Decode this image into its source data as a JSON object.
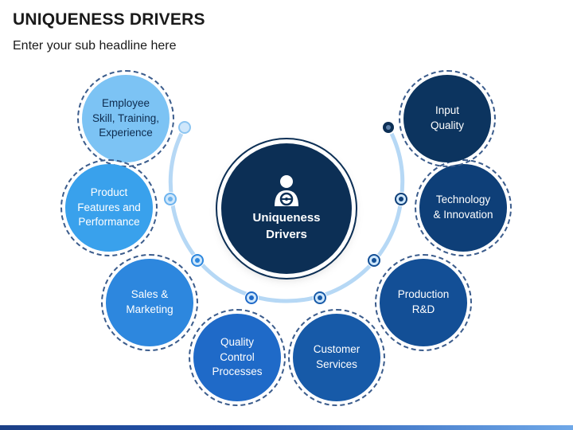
{
  "header": {
    "title": "UNIQUENESS DRIVERS",
    "subtitle": "Enter your sub headline here"
  },
  "center": {
    "label": "Uniqueness\nDrivers",
    "icon": "driver-icon"
  },
  "left_nodes": [
    {
      "label": "Employee\nSkill, Training,\nExperience",
      "color": "#7cc3f4"
    },
    {
      "label": "Product\nFeatures and\nPerformance",
      "color": "#39a1ec"
    },
    {
      "label": "Sales &\nMarketing",
      "color": "#2d87de"
    },
    {
      "label": "Quality\nControl\nProcesses",
      "color": "#1f6ac8"
    }
  ],
  "right_nodes": [
    {
      "label": "Customer\nServices",
      "color": "#175aa8"
    },
    {
      "label": "Production\nR&D",
      "color": "#134f96"
    },
    {
      "label": "Technology\n& Innovation",
      "color": "#0e3f78"
    },
    {
      "label": "Input\nQuality",
      "color": "#0c345f"
    }
  ],
  "colors": {
    "arc": "#b6d8f5",
    "connector_dark": "#0c2f55"
  }
}
